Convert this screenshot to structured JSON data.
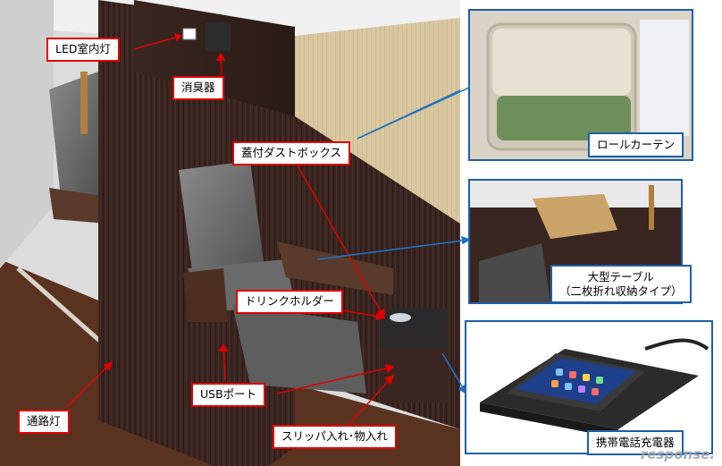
{
  "labels": {
    "led_light": "LED室内灯",
    "deodorizer": "消臭器",
    "dust_box": "蓋付ダストボックス",
    "drink_holder": "ドリンクホルダー",
    "usb_port": "USBポート",
    "aisle_light": "通路灯",
    "slipper_storage": "スリッパ入れ･物入れ",
    "roll_curtain": "ロールカーテン",
    "large_table_line1": "大型テーブル",
    "large_table_line2": "（二枚折れ収納タイプ）",
    "phone_charger": "携帯電話充電器"
  },
  "watermark": "response."
}
